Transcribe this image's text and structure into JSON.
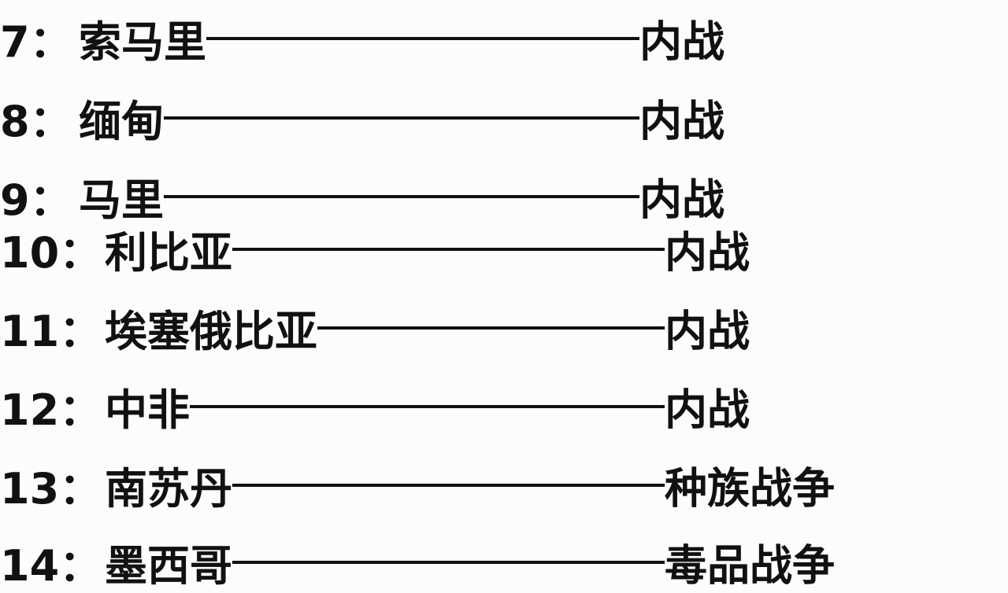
{
  "rows": [
    {
      "num": "7：",
      "country": "索马里",
      "result": "内战"
    },
    {
      "num": "8：",
      "country": "缅甸",
      "result": "内战"
    },
    {
      "num": "9：",
      "country": "马里",
      "result": "内战"
    },
    {
      "num": "10：",
      "country": "利比亚",
      "result": "内战"
    },
    {
      "num": "11：",
      "country": "埃塞俄比亚",
      "result": "内战"
    },
    {
      "num": "12：",
      "country": "中非",
      "result": "内战"
    },
    {
      "num": "13：",
      "country": "南苏丹",
      "result": "种族战争"
    },
    {
      "num": "14：",
      "country": "墨西哥",
      "result": "毒品战争"
    }
  ]
}
